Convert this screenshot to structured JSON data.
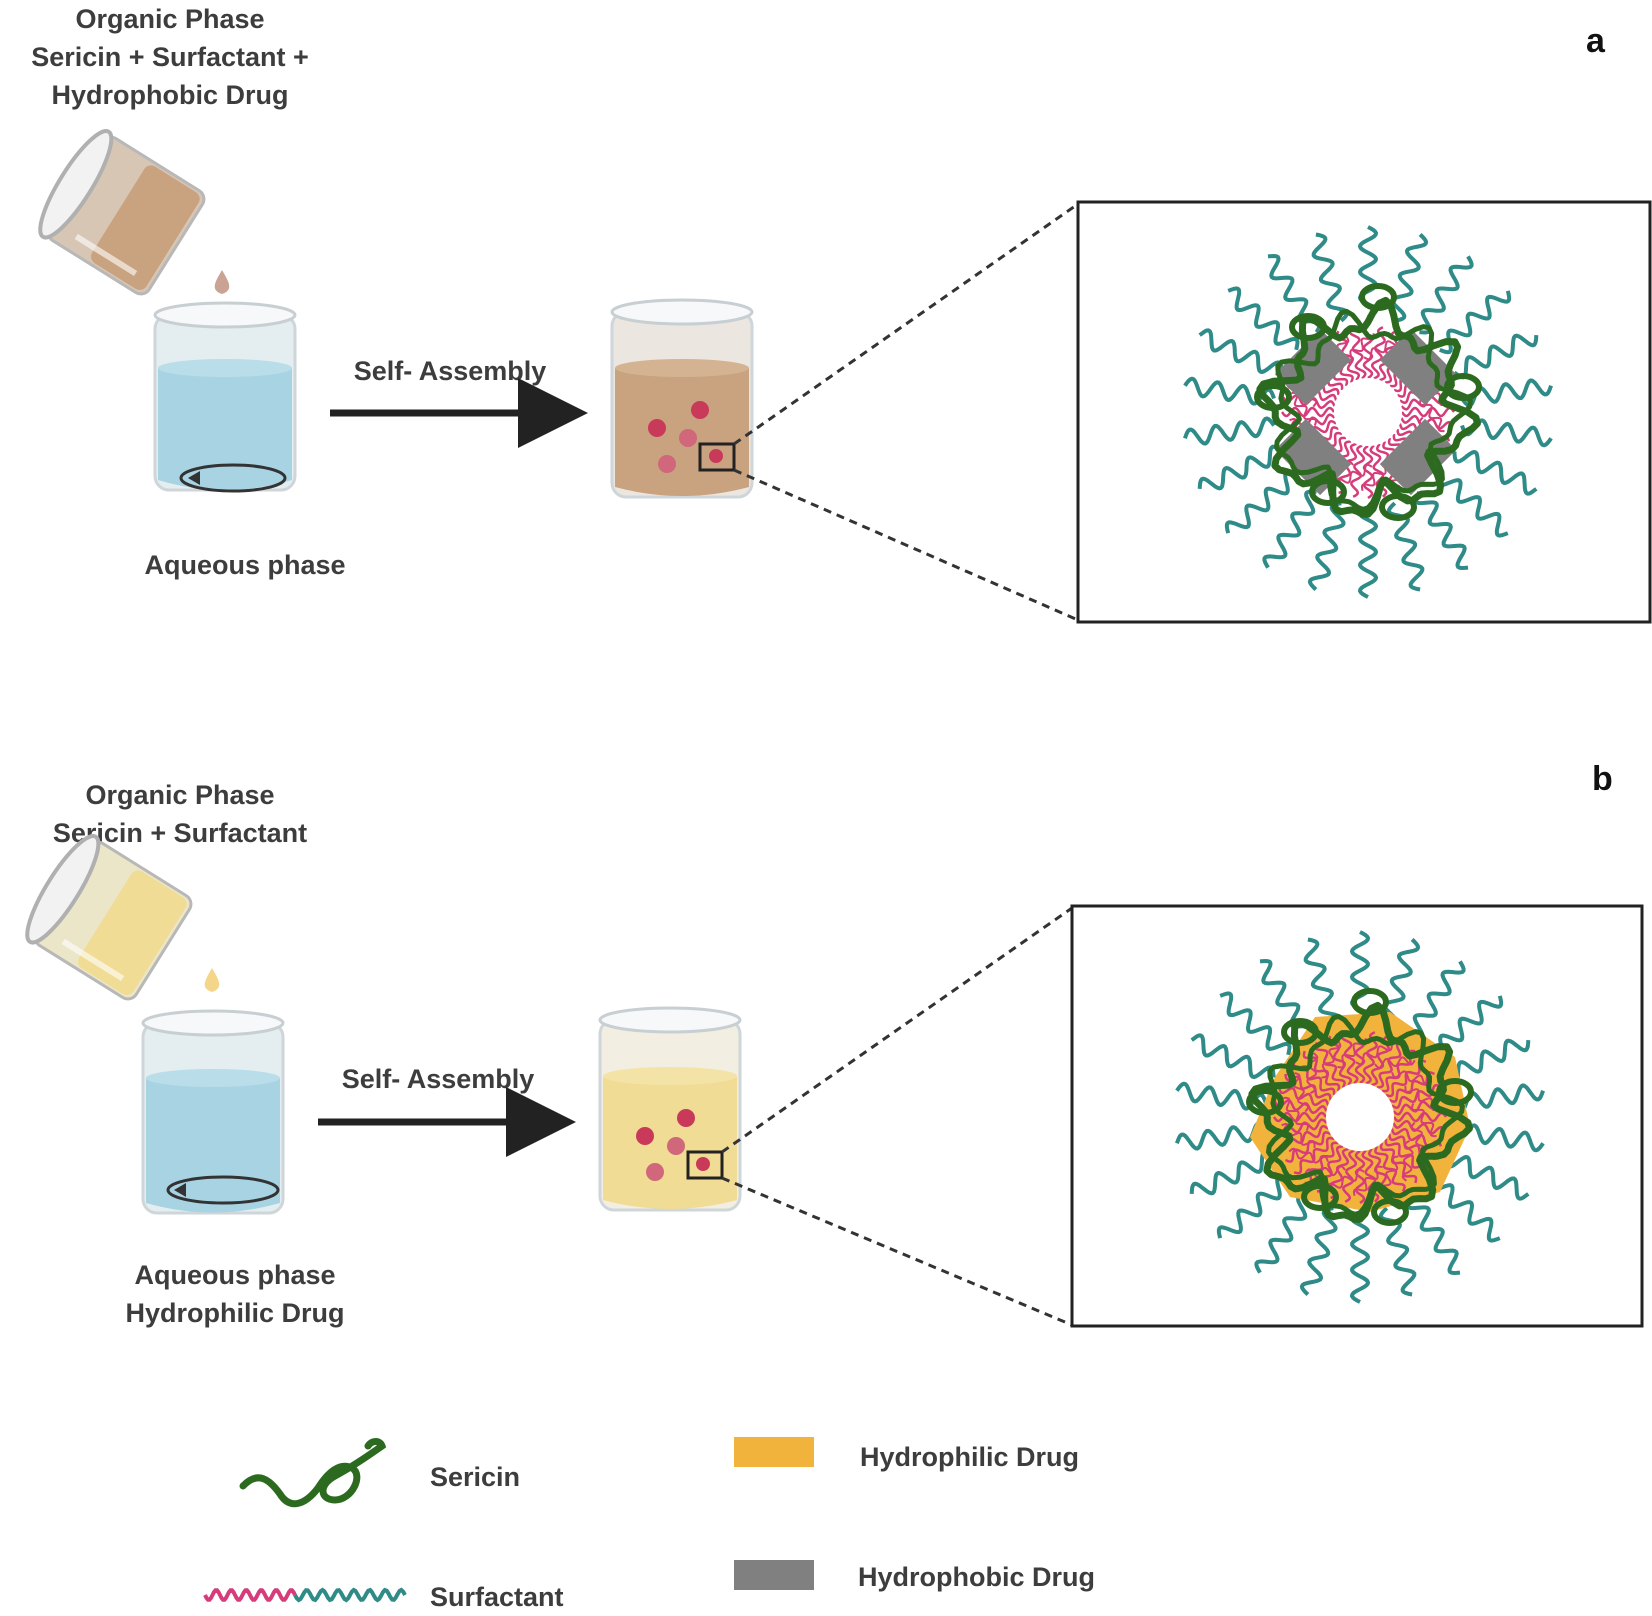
{
  "panel_a": {
    "letter": "a",
    "organic_phase": [
      "Organic Phase",
      "Sericin + Surfactant +",
      "Hydrophobic Drug"
    ],
    "process": "Self- Assembly",
    "aqueous": [
      "Aqueous phase"
    ]
  },
  "panel_b": {
    "letter": "b",
    "organic_phase": [
      "Organic Phase",
      "Sericin + Surfactant"
    ],
    "process": "Self- Assembly",
    "aqueous": [
      "Aqueous phase",
      "Hydrophilic Drug"
    ]
  },
  "legend": {
    "sericin": "Sericin",
    "surfactant": "Surfactant",
    "hydrophilic": "Hydrophilic Drug",
    "hydrophobic": "Hydrophobic Drug"
  },
  "colors": {
    "sericin": "#2c6b1f",
    "surfactant_tail": "#2e8b88",
    "surfactant_head": "#d63c7a",
    "hydrophilic_drug": "#f2b33d",
    "hydrophobic_drug": "#808080",
    "aqueous": "#a8d3e2",
    "organic_a": "#c9a27f",
    "organic_b": "#f0dc94"
  }
}
